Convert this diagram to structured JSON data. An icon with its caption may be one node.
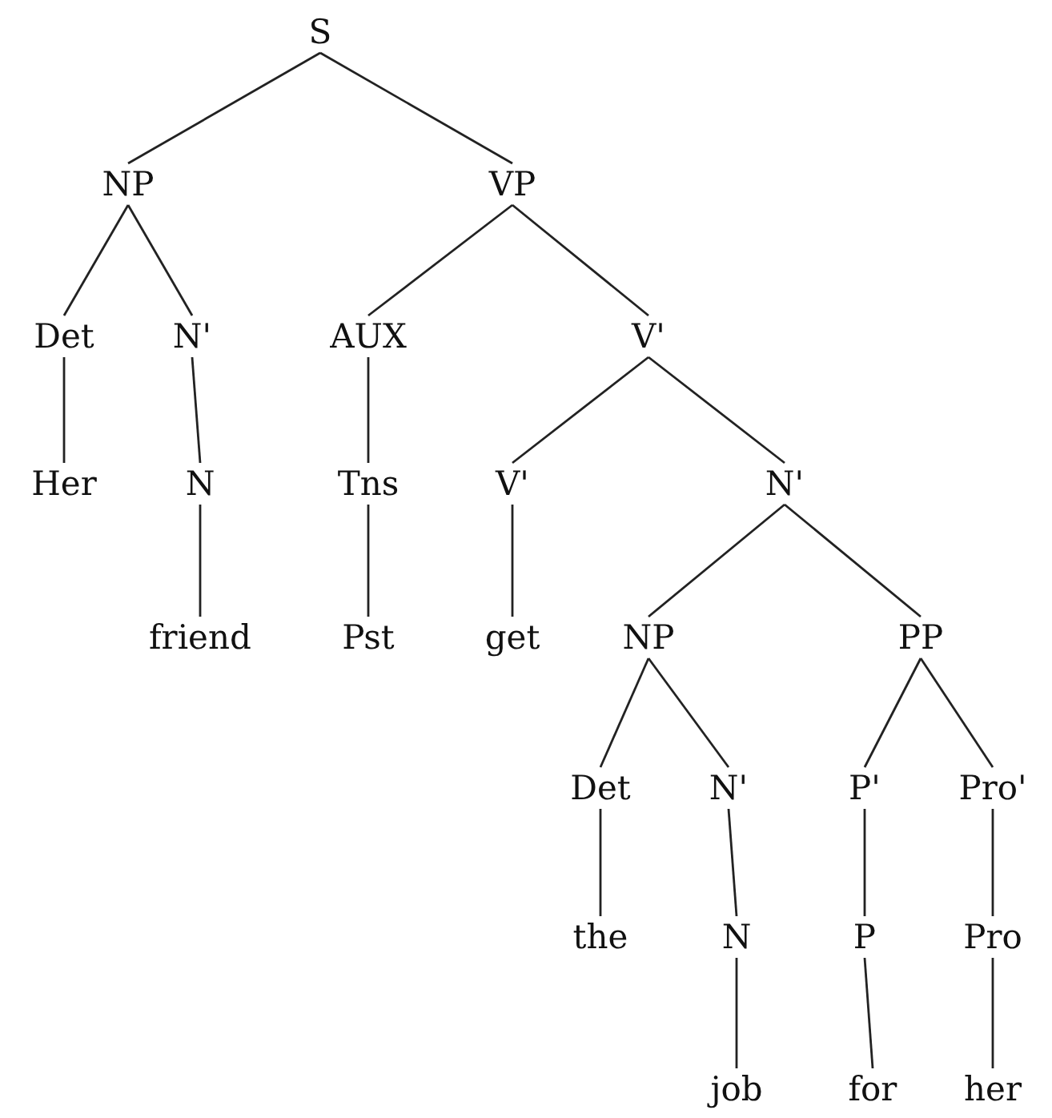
{
  "diagram": {
    "nodes": [
      {
        "text": [
          "S"
        ]
      },
      {
        "text": [
          "NP"
        ]
      },
      {
        "text": [
          "VP"
        ]
      },
      {
        "text": [
          "Det"
        ]
      },
      {
        "text": [
          "N'"
        ]
      },
      {
        "text": [
          "AUX"
        ]
      },
      {
        "text": [
          "V'"
        ]
      },
      {
        "text": [
          "Her"
        ]
      },
      {
        "text": [
          "N"
        ]
      },
      {
        "text": [
          "Tns"
        ]
      },
      {
        "text": [
          "V'"
        ]
      },
      {
        "text": [
          "N'"
        ]
      },
      {
        "text": [
          "friend"
        ]
      },
      {
        "text": [
          "Pst"
        ]
      },
      {
        "text": [
          "get"
        ]
      },
      {
        "text": [
          "NP"
        ]
      },
      {
        "text": [
          "PP"
        ]
      },
      {
        "text": [
          "Det"
        ]
      },
      {
        "text": [
          "N'"
        ]
      },
      {
        "text": [
          "P'"
        ]
      },
      {
        "text": [
          "Pro'"
        ]
      },
      {
        "text": [
          "the"
        ]
      },
      {
        "text": [
          "N"
        ]
      },
      {
        "text": [
          "P"
        ]
      },
      {
        "text": [
          "Pro"
        ]
      },
      {
        "text": [
          "job"
        ]
      },
      {
        "text": [
          "for"
        ]
      },
      {
        "text": [
          "her"
        ]
      }
    ],
    "edges": [
      {
        "from": 0,
        "to": 1,
        "arrow": "none"
      },
      {
        "from": 0,
        "to": 2,
        "arrow": "none"
      },
      {
        "from": 1,
        "to": 3,
        "arrow": "none"
      },
      {
        "from": 1,
        "to": 4,
        "arrow": "none"
      },
      {
        "from": 2,
        "to": 5,
        "arrow": "none"
      },
      {
        "from": 2,
        "to": 6,
        "arrow": "none"
      },
      {
        "from": 3,
        "to": 7,
        "arrow": "none"
      },
      {
        "from": 4,
        "to": 8,
        "arrow": "none"
      },
      {
        "from": 5,
        "to": 9,
        "arrow": "none"
      },
      {
        "from": 6,
        "to": 10,
        "arrow": "none"
      },
      {
        "from": 6,
        "to": 11,
        "arrow": "none"
      },
      {
        "from": 8,
        "to": 12,
        "arrow": "none"
      },
      {
        "from": 9,
        "to": 13,
        "arrow": "none"
      },
      {
        "from": 10,
        "to": 14,
        "arrow": "none"
      },
      {
        "from": 11,
        "to": 15,
        "arrow": "none"
      },
      {
        "from": 11,
        "to": 16,
        "arrow": "none"
      },
      {
        "from": 15,
        "to": 17,
        "arrow": "none"
      },
      {
        "from": 15,
        "to": 18,
        "arrow": "none"
      },
      {
        "from": 16,
        "to": 19,
        "arrow": "none"
      },
      {
        "from": 16,
        "to": 20,
        "arrow": "none"
      },
      {
        "from": 17,
        "to": 21,
        "arrow": "none"
      },
      {
        "from": 18,
        "to": 22,
        "arrow": "none"
      },
      {
        "from": 19,
        "to": 23,
        "arrow": "none"
      },
      {
        "from": 20,
        "to": 24,
        "arrow": "none"
      },
      {
        "from": 22,
        "to": 25,
        "arrow": "none"
      },
      {
        "from": 23,
        "to": 26,
        "arrow": "none"
      },
      {
        "from": 24,
        "to": 27,
        "arrow": "none"
      }
    ]
  }
}
